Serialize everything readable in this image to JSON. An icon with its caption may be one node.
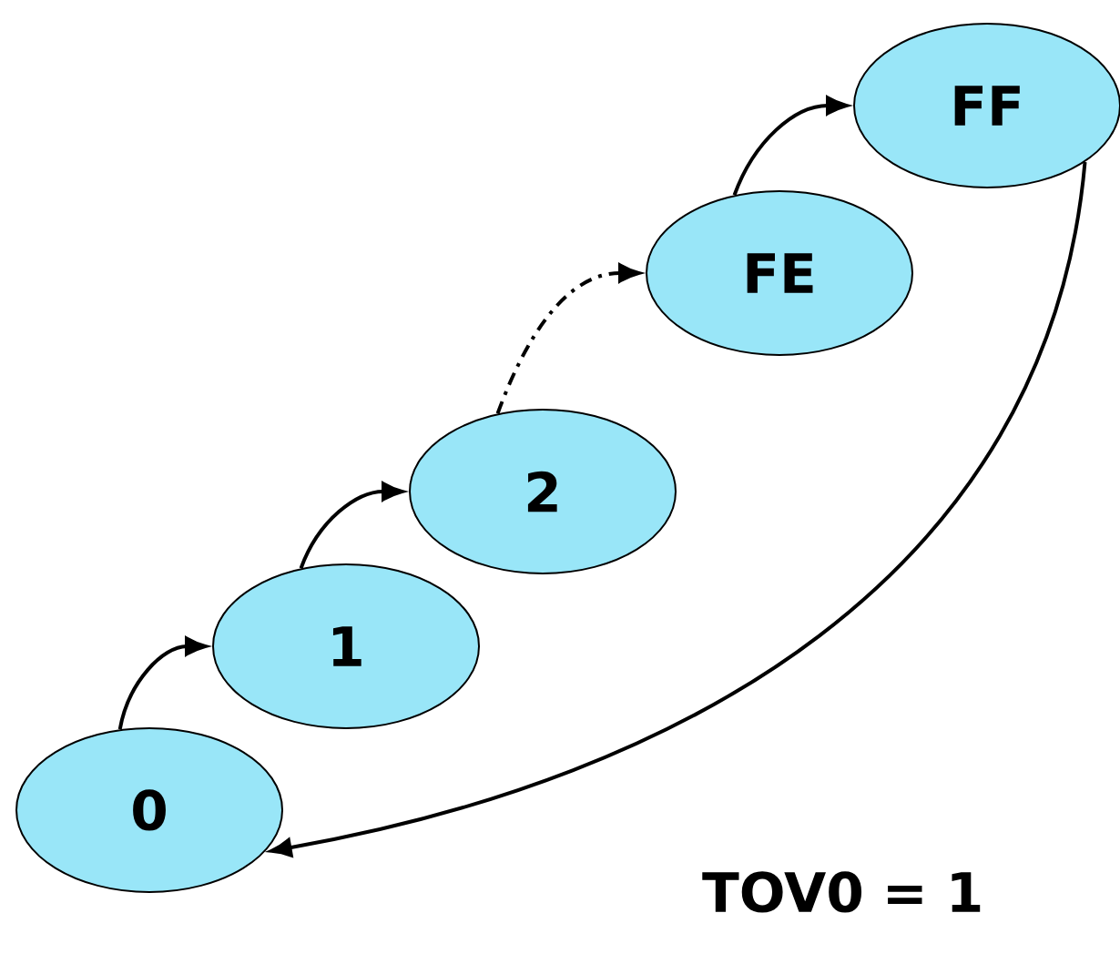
{
  "diagram": {
    "nodes": [
      {
        "text": [
          "0"
        ]
      },
      {
        "text": [
          "1"
        ]
      },
      {
        "text": [
          "2"
        ]
      },
      {
        "text": [
          "FE"
        ]
      },
      {
        "text": [
          "FF"
        ]
      }
    ],
    "edges": [
      {
        "from": 0,
        "to": 1,
        "arrow": "to"
      },
      {
        "from": 1,
        "to": 2,
        "arrow": "to"
      },
      {
        "from": 2,
        "to": 3,
        "arrow": "to",
        "style": "dashed"
      },
      {
        "from": 3,
        "to": 4,
        "arrow": "to"
      },
      {
        "from": 4,
        "to": 0,
        "arrow": "to",
        "label": "TOV0 = 1"
      }
    ]
  }
}
